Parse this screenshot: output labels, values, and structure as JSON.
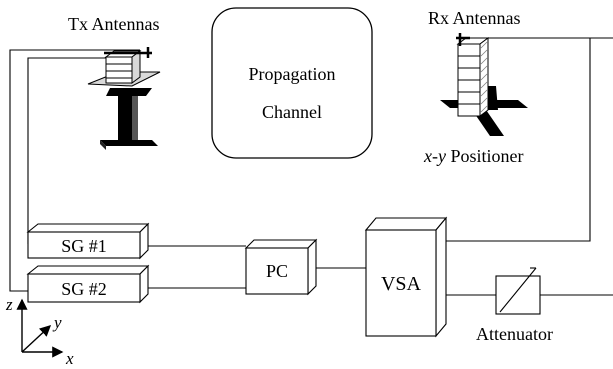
{
  "labels": {
    "tx_antennas": "Tx Antennas",
    "rx_antennas": "Rx Antennas",
    "propagation_line1": "Propagation",
    "propagation_line2": "Channel",
    "positioner_xy": "x-y",
    "positioner_word": " Positioner",
    "sg1": "SG #1",
    "sg2": "SG #2",
    "pc": "PC",
    "vsa": "VSA",
    "attenuator": "Attenuator",
    "axis_z": "z",
    "axis_y": "y",
    "axis_x": "x"
  },
  "colors": {
    "line": "#000000",
    "fill_light": "#ffffff",
    "fill_dark": "#000000",
    "fill_gray": "#d9d9d9",
    "stripe": "#808080"
  }
}
